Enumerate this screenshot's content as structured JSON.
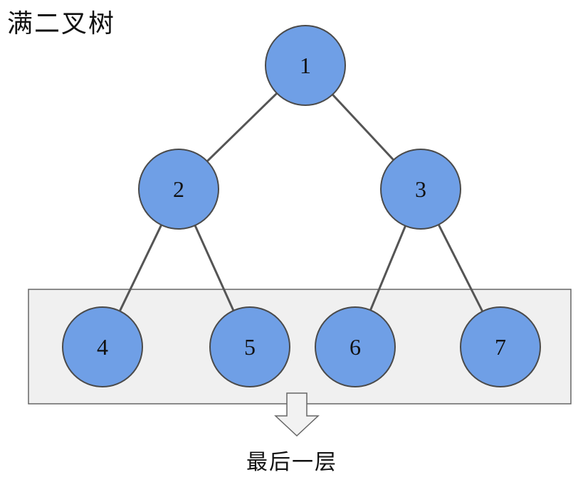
{
  "title": "满二叉树",
  "caption": "最后一层",
  "colors": {
    "node_fill": "#6f9fe6",
    "node_stroke": "#4a4a4a",
    "edge": "#555555",
    "highlight_fill": "#f0f0f0",
    "highlight_stroke": "#666666",
    "arrow_fill": "#f2f2f2",
    "arrow_stroke": "#666666"
  },
  "nodes": [
    {
      "id": "1",
      "label": "1"
    },
    {
      "id": "2",
      "label": "2"
    },
    {
      "id": "3",
      "label": "3"
    },
    {
      "id": "4",
      "label": "4"
    },
    {
      "id": "5",
      "label": "5"
    },
    {
      "id": "6",
      "label": "6"
    },
    {
      "id": "7",
      "label": "7"
    }
  ],
  "edges": [
    {
      "from": "1",
      "to": "2"
    },
    {
      "from": "1",
      "to": "3"
    },
    {
      "from": "2",
      "to": "4"
    },
    {
      "from": "2",
      "to": "5"
    },
    {
      "from": "3",
      "to": "6"
    },
    {
      "from": "3",
      "to": "7"
    }
  ],
  "highlight_level_nodes": [
    "4",
    "5",
    "6",
    "7"
  ]
}
